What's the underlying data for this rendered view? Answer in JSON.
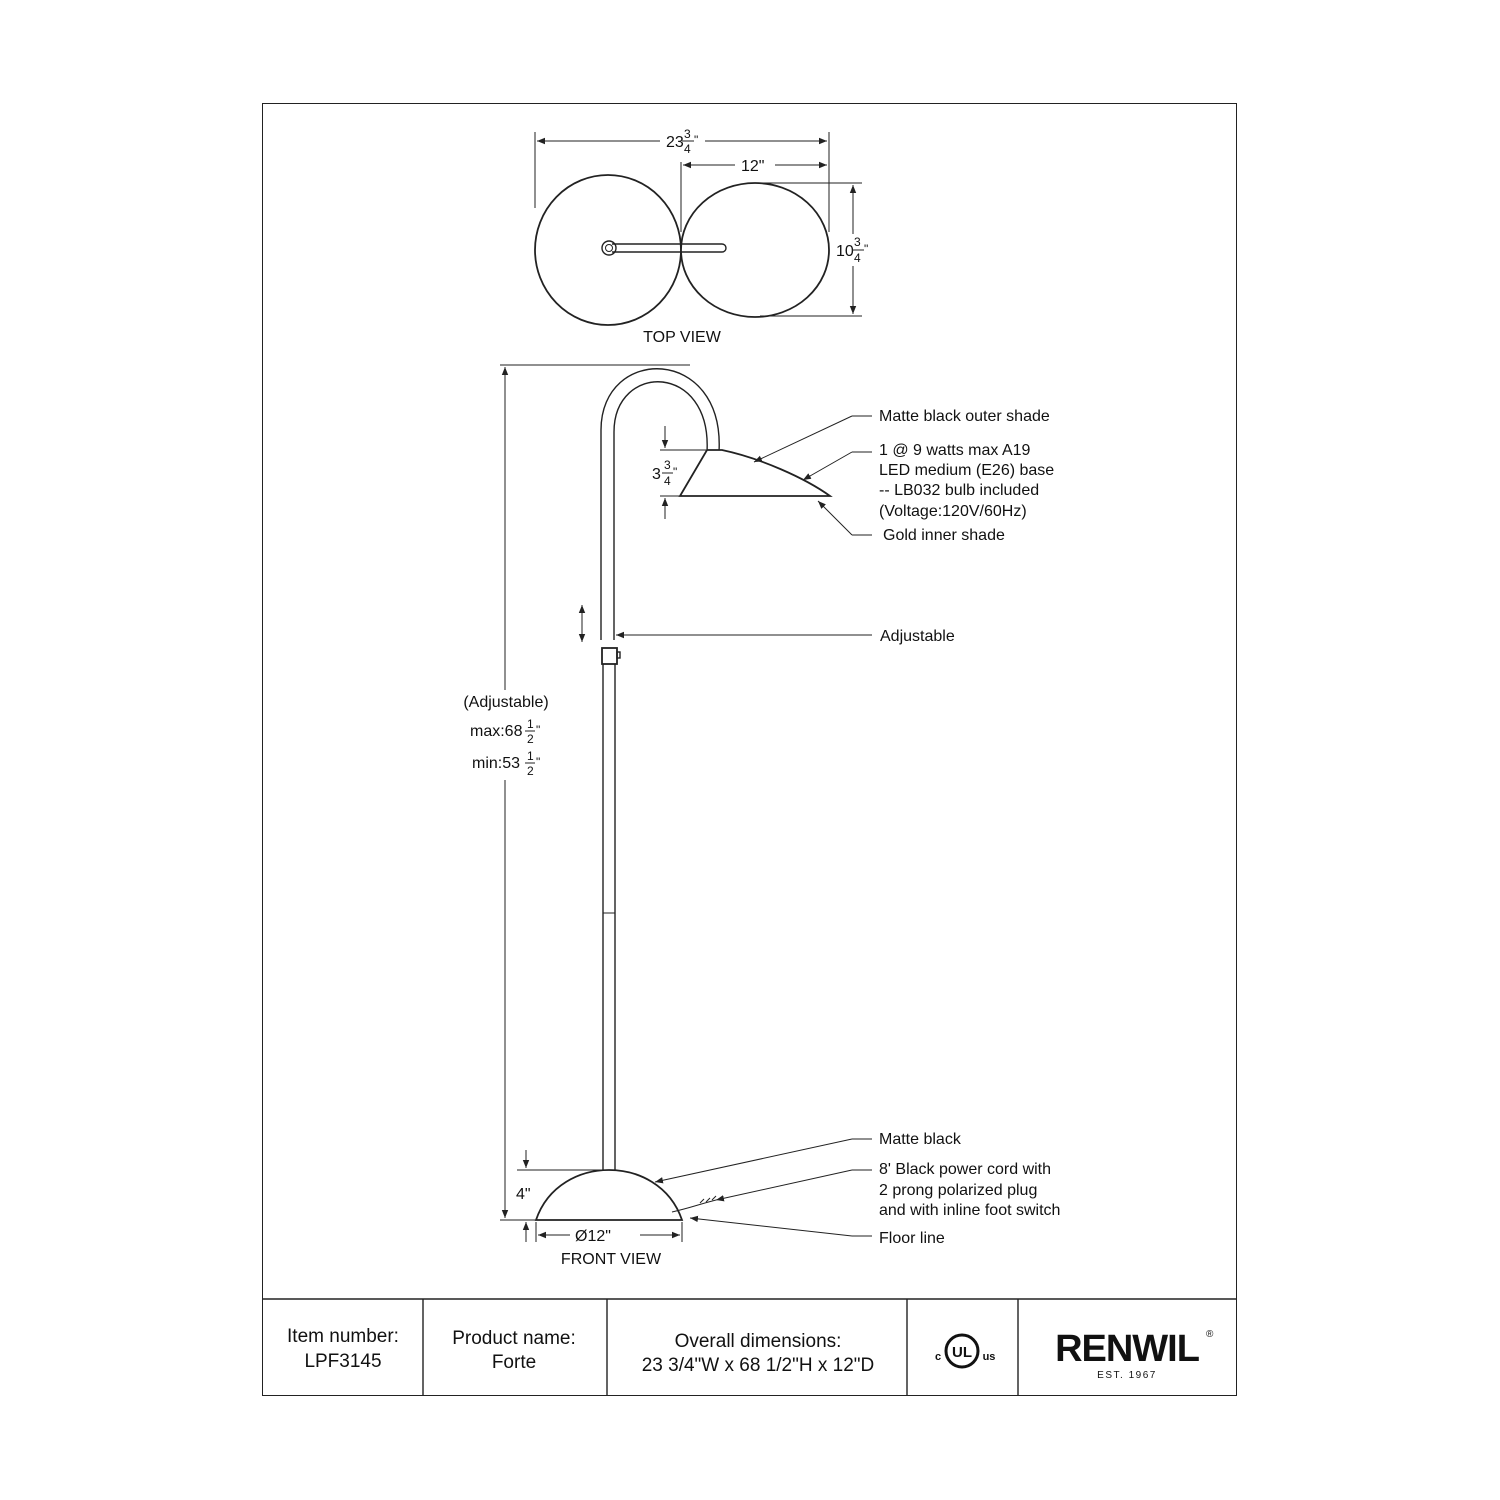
{
  "top_view": {
    "title": "TOP VIEW",
    "overall_width": "23",
    "overall_width_frac_num": "3",
    "overall_width_frac_den": "4",
    "overall_width_unit": "\"",
    "shade_diameter": "12\"",
    "depth": "10",
    "depth_frac_num": "3",
    "depth_frac_den": "4",
    "depth_unit": "\""
  },
  "front_view": {
    "title": "FRONT VIEW",
    "base_diameter": "Ø12\"",
    "base_height": "4\"",
    "shade_height": "3",
    "shade_height_frac_num": "3",
    "shade_height_frac_den": "4",
    "shade_height_unit": "\"",
    "height_adjustable": "(Adjustable)",
    "height_max_prefix": "max:68",
    "height_min_prefix": "min:53",
    "height_frac_num": "1",
    "height_frac_den": "2",
    "height_unit": "\""
  },
  "callouts": {
    "outer_shade": "Matte black outer shade",
    "bulb_line1": "1 @ 9 watts max A19",
    "bulb_line2": "LED medium (E26) base",
    "bulb_line3": "-- LB032 bulb included",
    "bulb_line4": "(Voltage:120V/60Hz)",
    "inner_shade": "Gold inner shade",
    "adjustable": "Adjustable",
    "base_finish": "Matte black",
    "cord_line1": "8' Black power cord with",
    "cord_line2": "2 prong polarized plug",
    "cord_line3": "and with inline foot switch",
    "floor_line": "Floor line"
  },
  "title_block": {
    "item_label": "Item number:",
    "item_value": "LPF3145",
    "product_label": "Product name:",
    "product_value": "Forte",
    "dims_label": "Overall dimensions:",
    "dims_value": "23 3/4\"W x 68 1/2\"H x 12\"D",
    "cert_c": "c",
    "cert_ul": "UL",
    "cert_us": "us",
    "brand": "RENWIL",
    "brand_reg": "®",
    "brand_est": "EST. 1967"
  }
}
